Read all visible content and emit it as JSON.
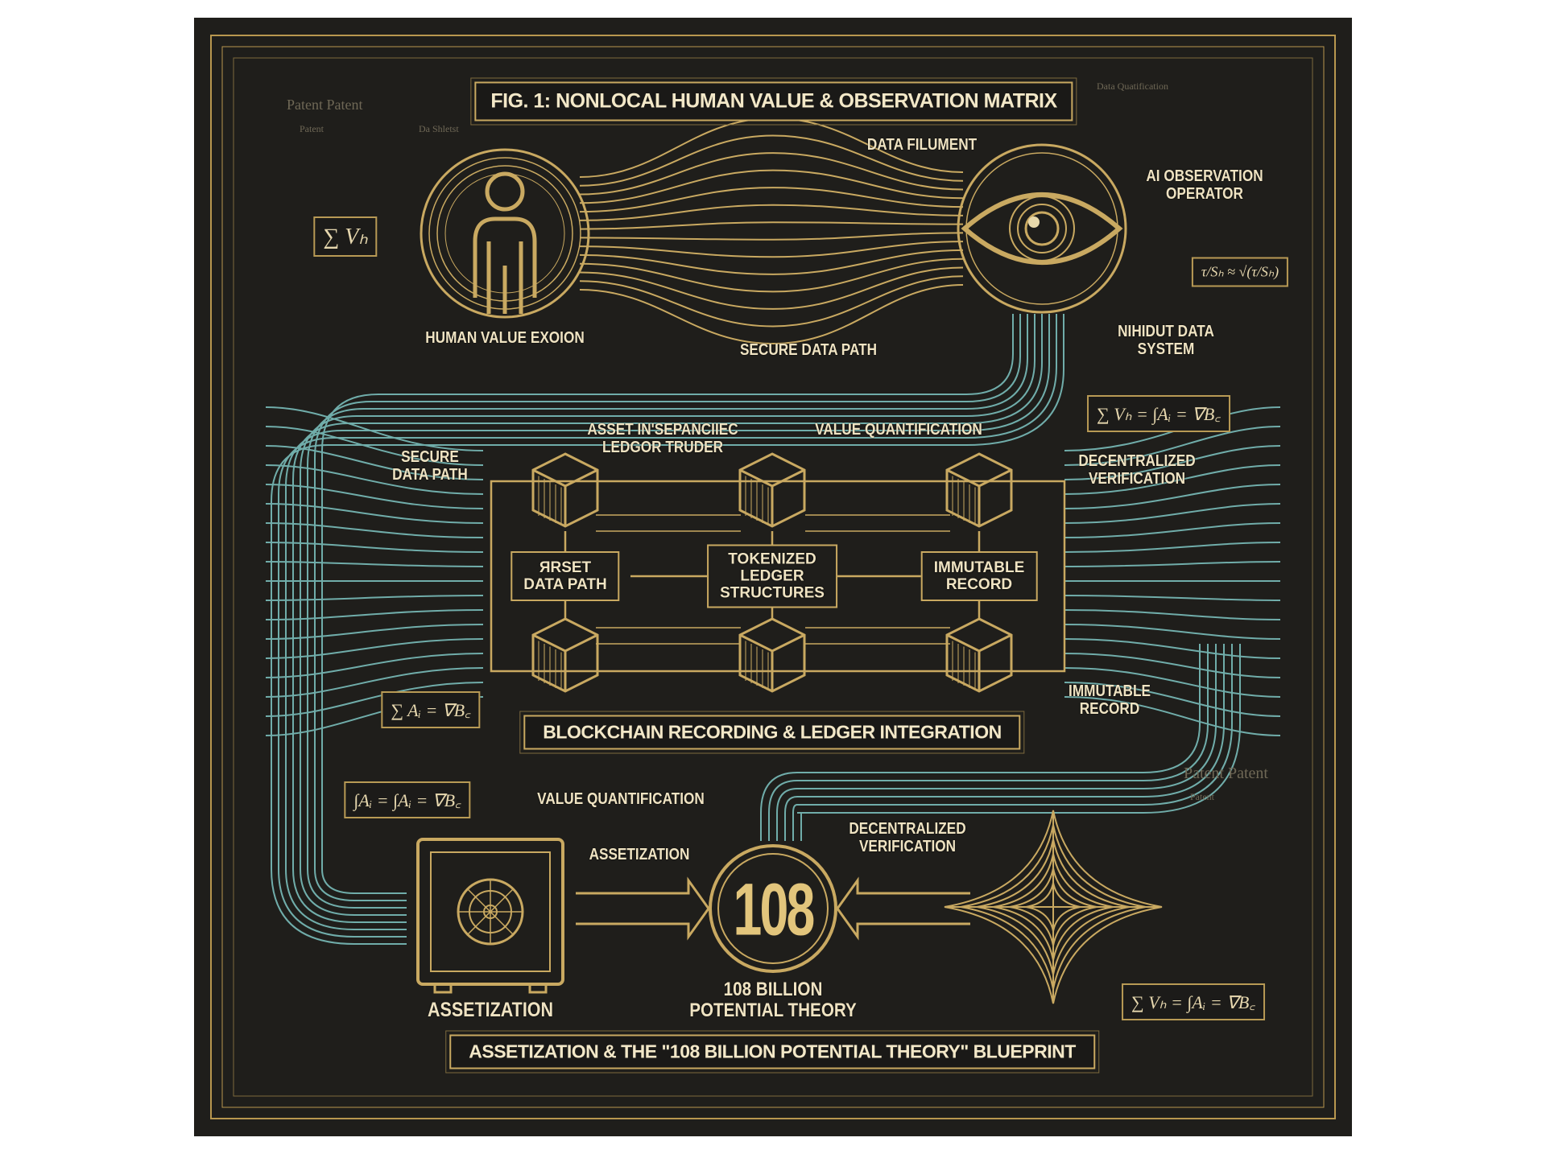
{
  "title": "FIG. 1: NONLOCAL HUMAN VALUE & OBSERVATION MATRIX",
  "colors": {
    "background": "#1f1e1b",
    "gold": "#c9a961",
    "teal": "#7fc6c4",
    "text": "#efe3c2"
  },
  "faint_text": {
    "patent_left": "Patent Patent",
    "patent_sub": "Patent",
    "data_left": "Da Shletst",
    "data_quatification": "Data Quatification",
    "patent_right": "Patent Patent",
    "patent_right_sub": "Patent"
  },
  "top_section": {
    "human_label": "HUMAN VALUE EXOION",
    "filament_label": "DATA FILUMENT",
    "ai_label": "AI OBSERVATION\nOPERATOR",
    "input_label": "NIHIDUT DATA\nSYSTEM",
    "secure_path_label": "SECURE DATA PATH",
    "formula_sum": "∑ Vₕ",
    "formula_sqrt": "τ/Sₕ ≈ √(τ/Sₕ)"
  },
  "middle_section": {
    "secure_path_left": "SECURE\nDATA PATH",
    "asset_ledger": "ASSET IN'SEPANCIIEC\nLEDGOR TRUDER",
    "value_quant": "VALUE QUANTIFICATION",
    "decentralized": "DECENTRALIZED\nVERIFICATION",
    "immutable_right": "IMMUTABLE\nRECORD",
    "box_left": "ЯRSET\nDATA PATH",
    "box_center": "TOKENIZED\nLEDGER\nSTRUCTURES",
    "box_right": "IMMUTABLE\nRECORD",
    "formula_right": "∑ Vₕ = ∫Aᵢ = ∇B꜀",
    "formula_left": "∑ Aᵢ = ∇B꜀",
    "banner": "BLOCKCHAIN RECORDING & LEDGER INTEGRATION"
  },
  "bottom_section": {
    "formula_left": "∫Aᵢ = ∫Aᵢ = ∇B꜀",
    "value_quant": "VALUE QUANTIFICATION",
    "assetization_arrow": "ASSETIZATION",
    "decentralized": "DECENTRALIZED\nVERIFICATION",
    "center_number": "108",
    "safe_label": "ASSETIZATION",
    "theory_label": "108 BILLION\nPOTENTIAL THEORY",
    "formula_right": "∑ Vₕ = ∫Aᵢ = ∇B꜀",
    "banner": "ASSETIZATION & THE \"108 BILLION POTENTIAL THEORY\" BLUEPRINT"
  },
  "icons": [
    "person-icon",
    "eye-icon",
    "cube-icon",
    "safe-icon",
    "star-icon"
  ]
}
